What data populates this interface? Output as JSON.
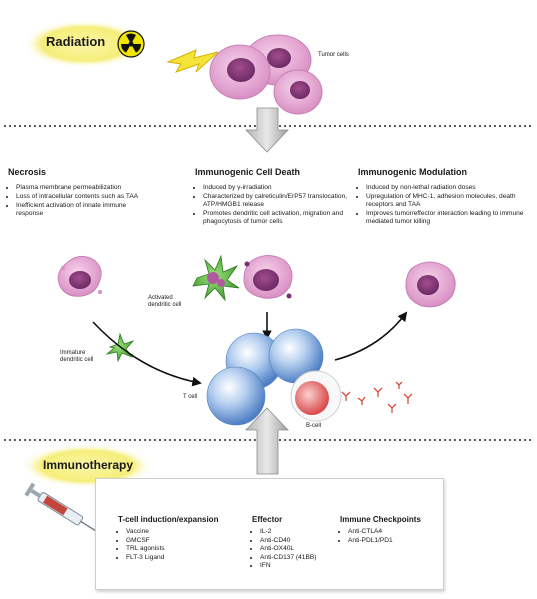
{
  "radiation": {
    "label": "Radiation"
  },
  "tumor": {
    "label": "Tumor cells"
  },
  "columns": [
    {
      "title": "Necrosis",
      "bullets": [
        "Plasma membrane permeabilization",
        "Loss of intracellular contents such as TAA",
        "Inefficient activation of innate immune response"
      ]
    },
    {
      "title": "Immunogenic Cell Death",
      "bullets": [
        "Induced by γ-irradiation",
        "Characterized by calreticulin/ErP57 translocation, ATP/HMGB1 release",
        "Promotes dendritic cell activation, migration and phagocytosis of tumor cells"
      ]
    },
    {
      "title": "Immunogenic Modulation",
      "bullets": [
        "Induced by non-lethal radiation doses",
        "Upregulation of MHC-1, adhesion molecules, death receptors and TAA",
        "Improves tumor/effector interaction leading to immune mediated tumor killing"
      ]
    }
  ],
  "labels": {
    "activated_dc": "Activated dendritic cell",
    "immature_dc": "Immature dendritic cell",
    "t_cell": "T cell",
    "b_cell": "B-cell"
  },
  "immunotherapy": {
    "label": "Immunotherapy",
    "groups": [
      {
        "title": "T-cell induction/expansion",
        "items": [
          "Vaccine",
          "GMCSF",
          "TRL agonists",
          "FLT-3 Ligand"
        ]
      },
      {
        "title": "Effector",
        "items": [
          "IL-2",
          "Anti-CD40",
          "Anti-OX40L",
          "Anti-CD137 (41BB)",
          "IFN"
        ]
      },
      {
        "title": "Immune Checkpoints",
        "items": [
          "Anti-CTLA4",
          "Anti-PDL1/PD1"
        ]
      }
    ]
  },
  "colors": {
    "accent_glow": "#f6ee7a",
    "tumor_pink": "#e9a9d6",
    "dc_green": "#5bb83a",
    "t_cell_blue": "#7fa9e0",
    "b_cell_red": "#e46a6a"
  }
}
